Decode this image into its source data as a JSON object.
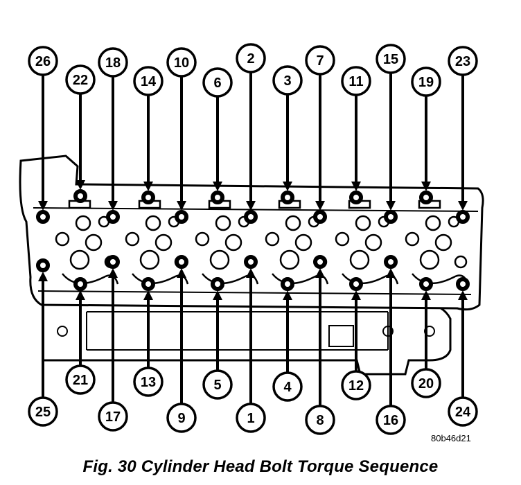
{
  "caption": "Fig. 30 Cylinder Head Bolt Torque Sequence",
  "figure_code": "80b46d21",
  "bolt_labels": {
    "top_row": [
      "26",
      "22",
      "18",
      "14",
      "10",
      "6",
      "2",
      "3",
      "7",
      "11",
      "15",
      "19",
      "23"
    ],
    "bottom_row": [
      "25",
      "21",
      "17",
      "13",
      "9",
      "5",
      "1",
      "4",
      "8",
      "12",
      "16",
      "20",
      "24"
    ]
  }
}
